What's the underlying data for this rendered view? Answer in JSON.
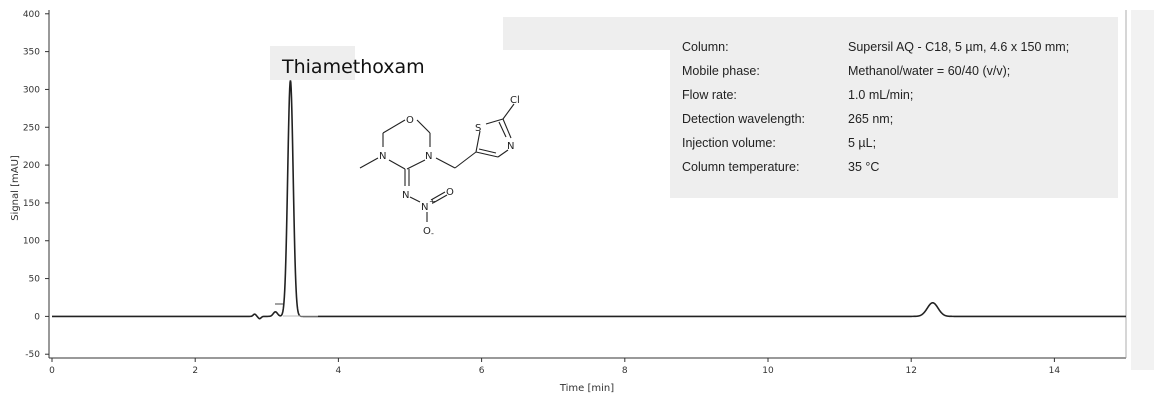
{
  "chart_data": {
    "type": "line",
    "xlabel": "Time [min]",
    "ylabel": "Signal [mAU]",
    "xlim": [
      0,
      15
    ],
    "ylim": [
      -55,
      405
    ],
    "x_ticks": [
      0,
      2,
      4,
      6,
      8,
      10,
      12,
      14
    ],
    "y_ticks": [
      -50,
      0,
      50,
      100,
      150,
      200,
      250,
      300,
      350,
      400
    ],
    "colors": {
      "trace": "#222222",
      "panel": "#eeeeee"
    },
    "peaks": [
      {
        "center": 3.33,
        "height": 312,
        "width": 0.038
      },
      {
        "center": 12.3,
        "height": 18,
        "width": 0.075
      },
      {
        "center": 3.12,
        "height": 6,
        "width": 0.03
      },
      {
        "center": 2.83,
        "height": 3,
        "width": 0.02
      },
      {
        "center": 2.9,
        "height": -3,
        "width": 0.02
      }
    ],
    "annotation": "Thiamethoxam",
    "conditions": [
      {
        "label": "Column:",
        "value": "Supersil AQ - C18, 5 µm, 4.6 x 150 mm;"
      },
      {
        "label": "Mobile phase:",
        "value": "Methanol/water = 60/40 (v/v);"
      },
      {
        "label": "Flow rate:",
        "value": "1.0 mL/min;"
      },
      {
        "label": "Detection wavelength:",
        "value": "265 nm;"
      },
      {
        "label": "Injection volume:",
        "value": "5 µL;"
      },
      {
        "label": "Column temperature:",
        "value": "35 °C"
      }
    ],
    "structure_atoms": [
      "O",
      "N",
      "N",
      "N",
      "N",
      "O",
      "O",
      "S",
      "N",
      "Cl"
    ],
    "structure_charges": [
      "+",
      "-"
    ]
  }
}
